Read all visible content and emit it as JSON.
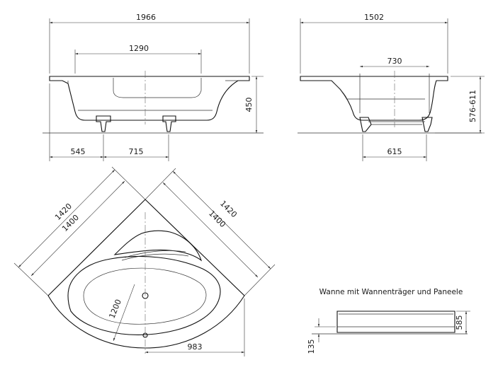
{
  "front_view": {
    "overall_length": "1966",
    "basin_length": "1290",
    "height": "450",
    "foot_offset": "545",
    "foot_spacing": "715"
  },
  "side_view": {
    "overall_width": "1502",
    "basin_width": "730",
    "height_range": "576-611",
    "foot_spacing": "615"
  },
  "plan_view": {
    "edge_left_outer": "1420",
    "edge_left_inner": "1400",
    "edge_right_outer": "1420",
    "edge_right_inner": "1400",
    "inner_radius": "1200",
    "drain_offset": "983"
  },
  "panel_view": {
    "caption": "Wanne mit Wannenträger und Paneele",
    "total_height": "585",
    "plinth_height": "135"
  },
  "colors": {
    "line": "#111111",
    "background": "#ffffff"
  }
}
